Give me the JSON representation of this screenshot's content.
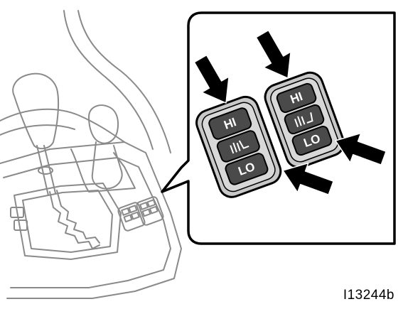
{
  "switches": {
    "left": {
      "top_label": "HI",
      "bottom_label": "LO",
      "middle_icon": "seat-heater-icon"
    },
    "right": {
      "top_label": "HI",
      "bottom_label": "LO",
      "middle_icon": "seat-heater-icon"
    }
  },
  "figure_code": "I13244b",
  "colors": {
    "line": "#8a8a8a",
    "callout_border": "#000000",
    "switch_body": "#c8c8c8",
    "button": "#4a4a4a",
    "arrow": "#000000"
  }
}
